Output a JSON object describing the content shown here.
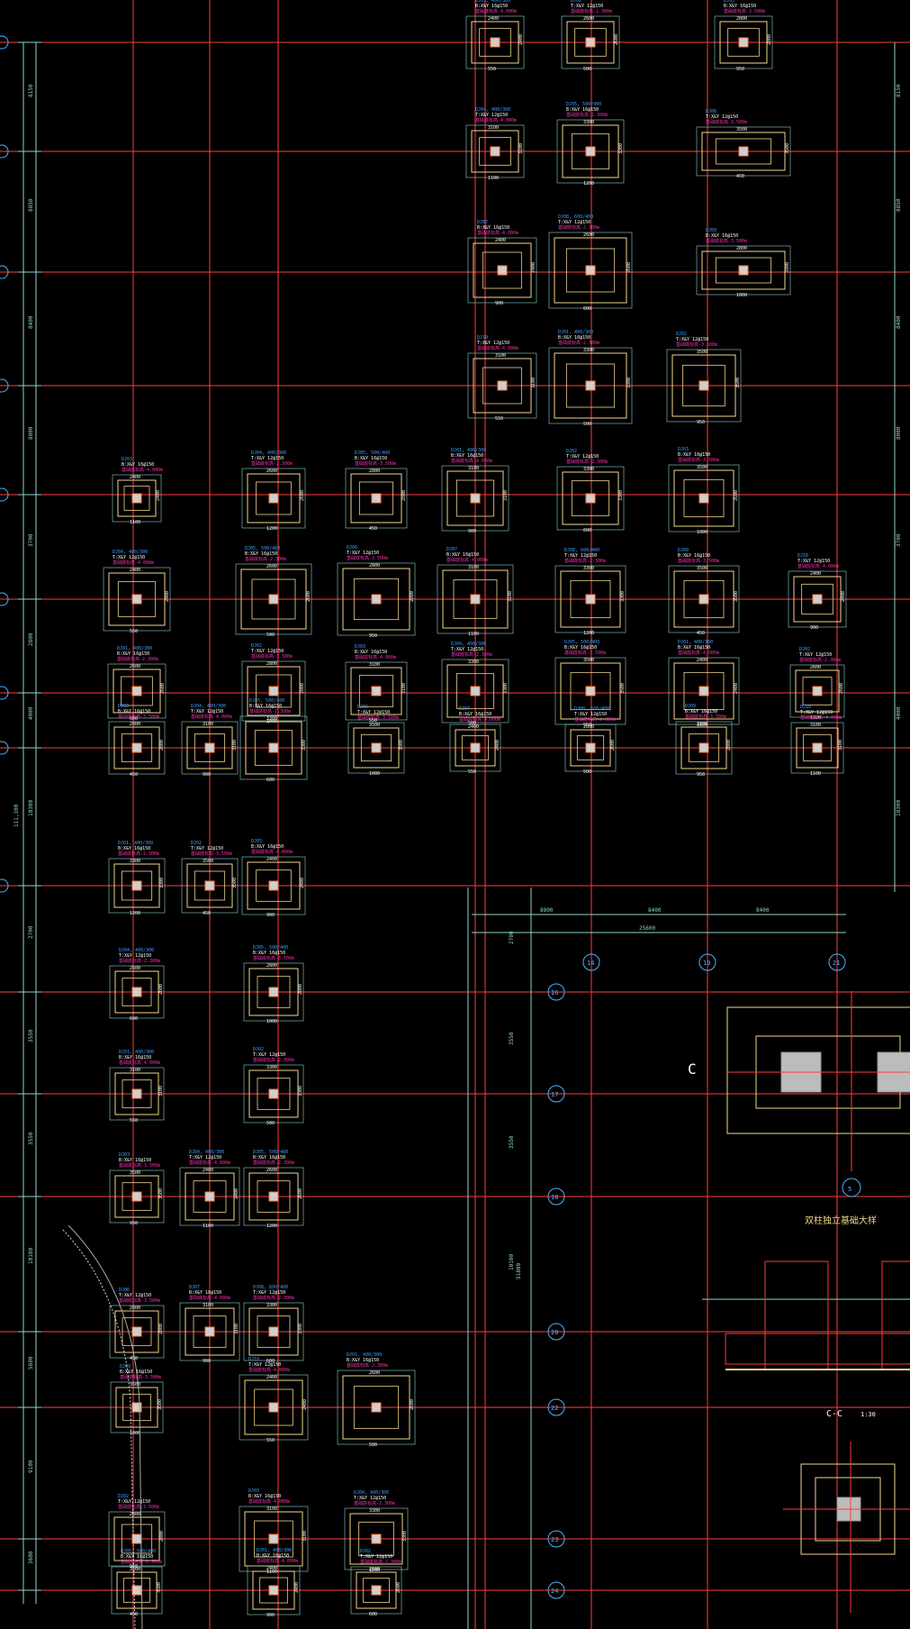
{
  "drawing": {
    "colors": {
      "background": "#000000",
      "axis": "#ff3c3c",
      "dim": "#8fd3c7",
      "footing": "#f2d68c",
      "column": "#ff7a3c",
      "label_blue": "#3aa0ff",
      "label_white": "#ffffff",
      "label_magenta": "#ff2fb2",
      "label_green": "#46ff46",
      "bubble": "#4fb3ff"
    },
    "left_dimensions": [
      "8150",
      "8850",
      "8400",
      "8000",
      "3700",
      "2800",
      "4000",
      "10300",
      "2700",
      "3550",
      "3550",
      "10100",
      "5600",
      "9100",
      "3600"
    ],
    "left_total": "111,100",
    "right_dimensions": [
      "8150",
      "8850",
      "8400",
      "8000",
      "3700",
      "4000",
      "10300"
    ],
    "bottom_dims": {
      "segments": [
        "8800",
        "8400",
        "8400"
      ],
      "total": "25600",
      "side": [
        "2700",
        "3550",
        "3550",
        "10100"
      ],
      "side_total": "51800"
    },
    "col_bubbles": [
      "14",
      "19",
      "21"
    ],
    "row_bubbles": [
      "16",
      "17",
      "18",
      "20",
      "22",
      "23",
      "24"
    ],
    "section_c": {
      "mark": "C",
      "cut_label": "C-C",
      "scale": "1:30"
    },
    "detail_title": "双柱独立基础大样",
    "detail_bubble": "5",
    "footing_labels": [
      "DJ01, 400/300",
      "DJ02",
      "DJ03",
      "DJ04, 400/300",
      "DJ05, 500/400",
      "DJ06",
      "DJ07",
      "DJ08, 600/400",
      "DJ09",
      "DJ10",
      "B:X&Y 16@150",
      "T:X&Y 12@150",
      "基础底标高-4.000m",
      "基础底标高-2.300m",
      "基础底标高-3.500m"
    ],
    "dim_texts": [
      "2400",
      "2600",
      "2800",
      "3100",
      "3300",
      "3500",
      "550",
      "500",
      "950",
      "1100",
      "1200",
      "450",
      "900",
      "600",
      "1000"
    ]
  }
}
